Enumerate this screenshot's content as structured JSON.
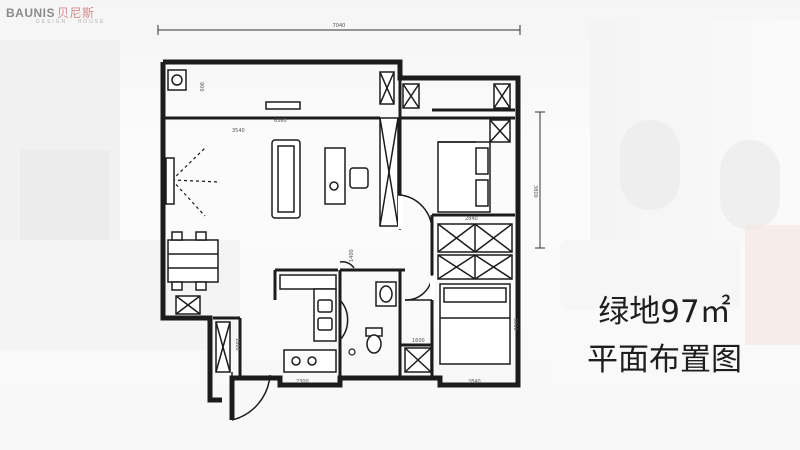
{
  "logo": {
    "brand": "BAUNIS",
    "brand_cn": "贝尼斯",
    "tagline": "DESIGN · HOUSE"
  },
  "title": {
    "line1": "绿地97㎡",
    "line2": "平面布置图"
  },
  "dimensions": {
    "overall_width": "7040",
    "living_length": "3540",
    "living_width": "6360",
    "bedroom_height": "3800",
    "bedroom_width": "2840",
    "lower_room_height": "3300",
    "bottom_right_width": "2840",
    "kitchen_width": "2300",
    "bath_width": "1600",
    "upper_left": "900",
    "corridor": "1400",
    "lower_left": "1800"
  },
  "colors": {
    "wall": "#1c1c1c",
    "line": "#3a3a3a",
    "title": "#1e1e1e"
  }
}
